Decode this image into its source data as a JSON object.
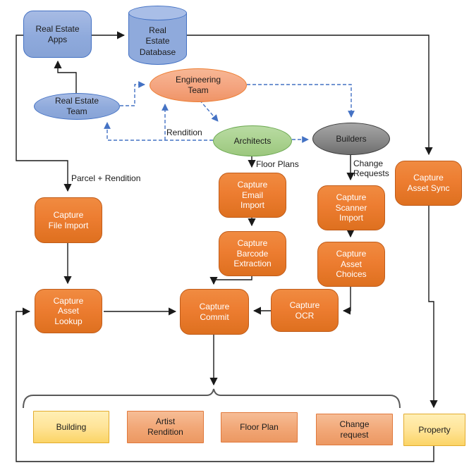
{
  "nodes": {
    "real_estate_apps": {
      "label": "Real Estate Apps",
      "shape": "rounded-rect",
      "color_role": "blue"
    },
    "real_estate_database": {
      "label": "Real Estate Database",
      "shape": "database-cylinder",
      "color_role": "blue"
    },
    "real_estate_team": {
      "label": "Real Estate Team",
      "shape": "ellipse",
      "color_role": "blue"
    },
    "engineering_team": {
      "label": "Engineering Team",
      "shape": "ellipse",
      "color_role": "salmon"
    },
    "architects": {
      "label": "Architects",
      "shape": "ellipse",
      "color_role": "green"
    },
    "builders": {
      "label": "Builders",
      "shape": "ellipse",
      "color_role": "gray"
    },
    "capture_asset_sync": {
      "label": "Capture Asset Sync",
      "shape": "rounded-rect",
      "color_role": "orange"
    },
    "capture_file_import": {
      "label": "Capture File Import",
      "shape": "rounded-rect",
      "color_role": "orange"
    },
    "capture_email_import": {
      "label": "Capture Email Import",
      "shape": "rounded-rect",
      "color_role": "orange"
    },
    "capture_scanner_import": {
      "label": "Capture Scanner Import",
      "shape": "rounded-rect",
      "color_role": "orange"
    },
    "capture_barcode_extraction": {
      "label": "Capture Barcode Extraction",
      "shape": "rounded-rect",
      "color_role": "orange"
    },
    "capture_asset_choices": {
      "label": "Capture Asset Choices",
      "shape": "rounded-rect",
      "color_role": "orange"
    },
    "capture_asset_lookup": {
      "label": "Capture Asset Lookup",
      "shape": "rounded-rect",
      "color_role": "orange"
    },
    "capture_commit": {
      "label": "Capture Commit",
      "shape": "rounded-rect",
      "color_role": "orange"
    },
    "capture_ocr": {
      "label": "Capture OCR",
      "shape": "rounded-rect",
      "color_role": "orange"
    },
    "building": {
      "label": "Building",
      "shape": "rect",
      "color_role": "yellow"
    },
    "artist_rendition": {
      "label": "Artist Rendition",
      "shape": "rect",
      "color_role": "peach"
    },
    "floor_plan": {
      "label": "Floor Plan",
      "shape": "rect",
      "color_role": "peach"
    },
    "change_request": {
      "label": "Change request",
      "shape": "rect",
      "color_role": "peach"
    },
    "property": {
      "label": "Property",
      "shape": "rect",
      "color_role": "yellow"
    }
  },
  "edge_labels": {
    "rendition": "Rendition",
    "floor_plans": "Floor Plans",
    "change_requests": "Change Requests",
    "parcel_rendition": "Parcel + Rendition"
  },
  "colors": {
    "orange_fill": "#ED7D31",
    "orange_border": "#C05C1A",
    "blue_fill": "#8FAADC",
    "blue_border": "#4472C4",
    "salmon_fill": "#F4A47F",
    "salmon_border": "#ED7D31",
    "green_fill": "#A9D18E",
    "green_border": "#6AA84F",
    "gray_fill": "#8C8C8C",
    "gray_border": "#3B3B3B",
    "yellow_fill": "#FFE498",
    "yellow_border": "#E3AC2E",
    "peach_fill": "#F2A878",
    "peach_border": "#E0793C",
    "connector_solid": "#1A1A1A",
    "connector_dashed": "#4472C4",
    "brace": "#595959"
  }
}
